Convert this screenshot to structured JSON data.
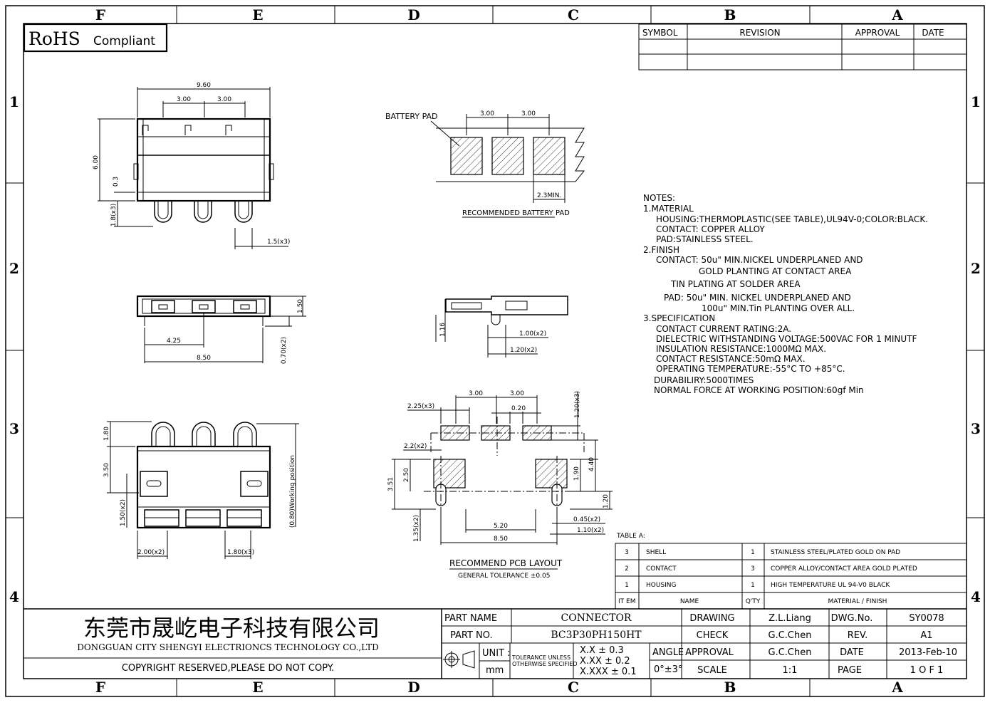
{
  "border": {
    "columns": [
      "F",
      "E",
      "D",
      "C",
      "B",
      "A"
    ],
    "rows": [
      "1",
      "2",
      "3",
      "4"
    ]
  },
  "rohs": {
    "big": "RoHS",
    "small": "Compliant"
  },
  "revision_table": {
    "headers": [
      "SYMBOL",
      "REVISION",
      "APPROVAL",
      "DATE"
    ]
  },
  "labels": {
    "battery_pad": "BATTERY PAD",
    "recommended_battery_pad": "RECOMMENDED BATTERY PAD",
    "recommend_pcb_layout": "RECOMMEND PCB LAYOUT",
    "general_tolerance": "GENERAL TOLERANCE ±0.05"
  },
  "dimensions": {
    "top_overall": "9.60",
    "top_pitch_1": "3.00",
    "top_pitch_2": "3.00",
    "top_height": "6.00",
    "top_03": "0.3",
    "top_pin_len": "1.8(x3)",
    "top_pin_w": "1.5(x3)",
    "bp_pitch_1": "3.00",
    "bp_pitch_2": "3.00",
    "bp_min": "2.3MIN.",
    "fv_150": "1.50",
    "fv_425": "4.25",
    "fv_850": "8.50",
    "fv_070": "0.70(x2)",
    "sv_116": "1.16",
    "sv_100": "1.00(x2)",
    "sv_120": "1.20(x2)",
    "bv_180": "1.80",
    "bv_350": "3.50",
    "bv_150": "1.50(x2)",
    "bv_200": "2.00(x2)",
    "bv_180b": "1.80(x3)",
    "bv_work": "(0.80)Working position",
    "pcb_300a": "3.00",
    "pcb_300b": "3.00",
    "pcb_225": "2.25(x3)",
    "pcb_020": "0.20",
    "pcb_120a": "1.20(x3)",
    "pcb_22": "2.2(x2)",
    "pcb_351": "3.51",
    "pcb_250": "2.50",
    "pcb_190": "1.90",
    "pcb_440": "4.40",
    "pcb_120b": "1.20",
    "pcb_135": "1.35(x2)",
    "pcb_520": "5.20",
    "pcb_850": "8.50",
    "pcb_045": "0.45(x2)",
    "pcb_110": "1.10(x2)"
  },
  "notes": [
    "NOTES:",
    "1.MATERIAL",
    "HOUSING:THERMOPLASTIC(SEE TABLE),UL94V-0;COLOR:BLACK.",
    "CONTACT: COPPER ALLOY",
    "PAD:STAINLESS STEEL.",
    "2.FINISH",
    "CONTACT: 50u\" MIN.NICKEL UNDERPLANED AND",
    "GOLD PLANTING AT CONTACT AREA",
    "TIN PLATING AT SOLDER AREA",
    "PAD: 50u\" MIN. NICKEL UNDERPLANED AND",
    "100u\" MIN.Tin PLANTING OVER ALL.",
    "3.SPECIFICATION",
    "CONTACT CURRENT RATING:2A.",
    "DIELECTRIC WITHSTANDING VOLTAGE:500VAC FOR 1 MINUTF",
    "INSULATION RESISTANCE:1000MΩ MAX.",
    "CONTACT RESISTANCE:50mΩ MAX.",
    "OPERATING TEMPERATURE:-55°C TO +85°C.",
    "DURABILIRY:5000TIMES",
    "NORMAL FORCE AT WORKING POSITION:60gf Min"
  ],
  "table_a": {
    "title": "TABLE A:",
    "rows": [
      {
        "item": "3",
        "name": "SHELL",
        "qty": "1",
        "material": "STAINLESS STEEL/PLATED GOLD ON PAD"
      },
      {
        "item": "2",
        "name": "CONTACT",
        "qty": "3",
        "material": "COPPER ALLOY/CONTACT AREA GOLD PLATED"
      },
      {
        "item": "1",
        "name": "HOUSING",
        "qty": "1",
        "material": "HIGH TEMPERATURE UL 94-V0 BLACK"
      }
    ],
    "header": {
      "item": "IT EM",
      "name": "NAME",
      "qty": "Q'TY",
      "material": "MATERIAL / FINISH"
    }
  },
  "title_block": {
    "company_cn": "东莞市晟屹电子科技有限公司",
    "company_en": "DONGGUAN CITY SHENGYI ELECTRIONCS TECHNOLOGY CO.,LTD",
    "copyright": "COPYRIGHT RESERVED,PLEASE DO NOT COPY.",
    "part_name_label": "PART NAME",
    "part_name": "CONNECTOR",
    "part_no_label": "PART NO.",
    "part_no": "BC3P30PH150HT",
    "unit_label": "UNIT :",
    "unit": "mm",
    "tolerance_1": "TOLERANCE UNLESS",
    "tolerance_2": "OTHERWISE SPECIFIED",
    "tol_x": "X.X ± 0.3",
    "tol_xx": "X.XX ± 0.2",
    "tol_xxx": "X.XXX ± 0.1",
    "angle_label": "ANGLE",
    "angle": "0°±3°",
    "drawing_label": "DRAWING",
    "drawing": "Z.L.Liang",
    "check_label": "CHECK",
    "check": "G.C.Chen",
    "approval_label": "APPROVAL",
    "approval": "G.C.Chen",
    "scale_label": "SCALE",
    "scale": "1:1",
    "dwg_no_label": "DWG.No.",
    "dwg_no": "SY0078",
    "rev_label": "REV.",
    "rev": "A1",
    "date_label": "DATE",
    "date": "2013-Feb-10",
    "page_label": "PAGE",
    "page": "1 O F 1"
  }
}
